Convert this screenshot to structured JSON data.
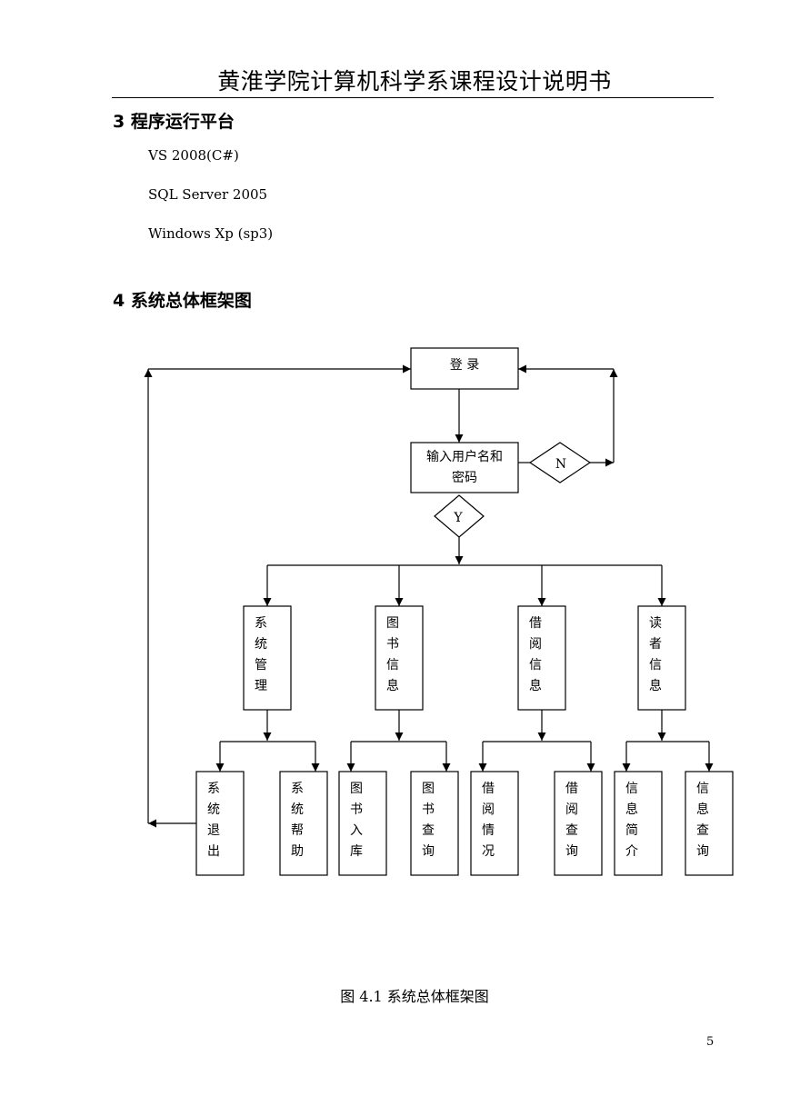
{
  "header": {
    "title": "黄淮学院计算机科学系课程设计说明书"
  },
  "section3": {
    "heading": "3 程序运行平台",
    "platforms": [
      "VS 2008(C#)",
      "SQL Server 2005",
      "Windows Xp (sp3)"
    ]
  },
  "section4": {
    "heading": "4 系统总体框架图"
  },
  "flowchart": {
    "login": "登 录",
    "input_line1": "输入用户名和",
    "input_line2": "密码",
    "no_label": "N",
    "yes_label": "Y",
    "modules": [
      {
        "chars": [
          "系",
          "统",
          "管",
          "理"
        ]
      },
      {
        "chars": [
          "图",
          "书",
          "信",
          "息"
        ]
      },
      {
        "chars": [
          "借",
          "阅",
          "信",
          "息"
        ]
      },
      {
        "chars": [
          "读",
          "者",
          "信",
          "息"
        ]
      }
    ],
    "submodules": [
      {
        "chars": [
          "系",
          "统",
          "退",
          "出"
        ]
      },
      {
        "chars": [
          "系",
          "统",
          "帮",
          "助"
        ]
      },
      {
        "chars": [
          "图",
          "书",
          "入",
          "库"
        ]
      },
      {
        "chars": [
          "图",
          "书",
          "查",
          "询"
        ]
      },
      {
        "chars": [
          "借",
          "阅",
          "情",
          "况"
        ]
      },
      {
        "chars": [
          "借",
          "阅",
          "查",
          "询"
        ]
      },
      {
        "chars": [
          "信",
          "息",
          "简",
          "介"
        ]
      },
      {
        "chars": [
          "信",
          "息",
          "查",
          "询"
        ]
      }
    ]
  },
  "caption": "图 4.1 系统总体框架图",
  "page_number": "5"
}
